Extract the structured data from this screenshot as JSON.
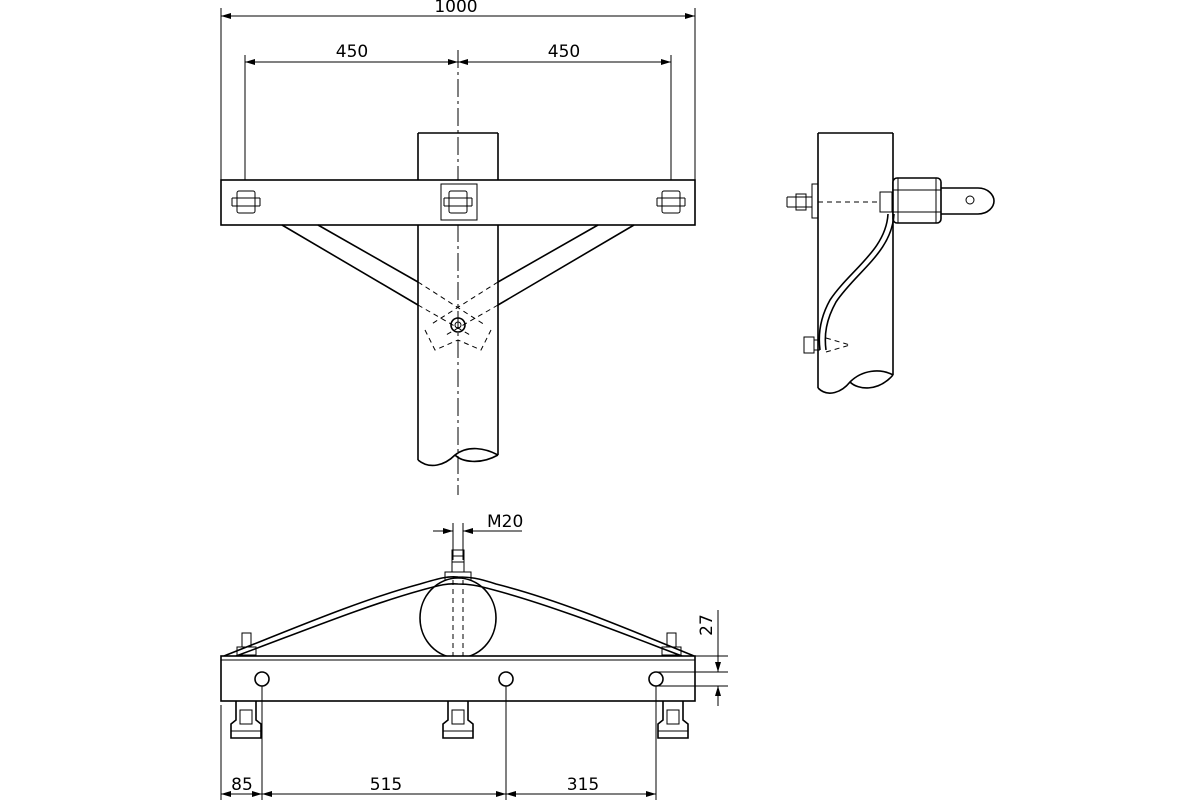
{
  "drawing": {
    "front_view": {
      "dim_overall": "1000",
      "dim_left": "450",
      "dim_right": "450"
    },
    "bottom_view": {
      "dim_thread": "M20",
      "dim_height": "27",
      "dim_a": "85",
      "dim_b": "515",
      "dim_c": "315"
    }
  }
}
